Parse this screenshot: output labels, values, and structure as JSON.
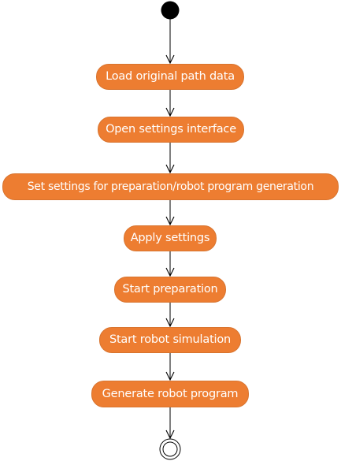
{
  "diagram": {
    "colors": {
      "activity_fill": "#ed7d31",
      "activity_text": "#ffffff",
      "line": "#000000"
    },
    "activities": [
      {
        "id": "n0",
        "label": "Load original path data"
      },
      {
        "id": "n1",
        "label": "Open settings interface"
      },
      {
        "id": "n2",
        "label": "Set settings for preparation/robot program generation"
      },
      {
        "id": "n3",
        "label": "Apply settings"
      },
      {
        "id": "n4",
        "label": "Start preparation"
      },
      {
        "id": "n5",
        "label": "Start robot simulation"
      },
      {
        "id": "n6",
        "label": "Generate robot program"
      }
    ]
  }
}
